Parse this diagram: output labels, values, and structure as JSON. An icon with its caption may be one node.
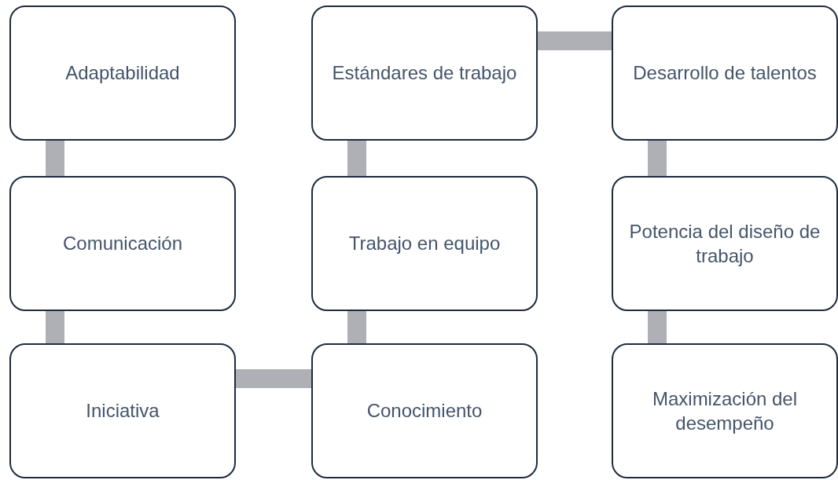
{
  "diagram": {
    "nodes": [
      {
        "text": [
          "Adaptabilidad"
        ]
      },
      {
        "text": [
          "Comunicación"
        ]
      },
      {
        "text": [
          "Iniciativa"
        ]
      },
      {
        "text": [
          "Conocimiento"
        ]
      },
      {
        "text": [
          "Trabajo en equipo"
        ]
      },
      {
        "text": [
          "Estándares de trabajo"
        ]
      },
      {
        "text": [
          "Desarrollo de talentos"
        ]
      },
      {
        "text": [
          "Potencia del diseño de trabajo"
        ]
      },
      {
        "text": [
          "Maximización del desempeño"
        ]
      }
    ],
    "edges": [
      {
        "from": 0,
        "to": 1,
        "arrow": "none"
      },
      {
        "from": 1,
        "to": 2,
        "arrow": "none"
      },
      {
        "from": 2,
        "to": 3,
        "arrow": "none"
      },
      {
        "from": 3,
        "to": 4,
        "arrow": "none"
      },
      {
        "from": 4,
        "to": 5,
        "arrow": "none"
      },
      {
        "from": 5,
        "to": 6,
        "arrow": "none"
      },
      {
        "from": 6,
        "to": 7,
        "arrow": "none"
      },
      {
        "from": 7,
        "to": 8,
        "arrow": "none"
      }
    ]
  }
}
